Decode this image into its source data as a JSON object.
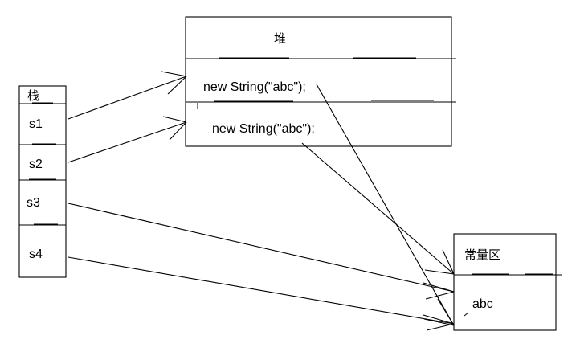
{
  "diagram": {
    "title": "Java String memory model: stack, heap and constant pool",
    "type": "memory-layout-diagram",
    "background_color": "#ffffff",
    "line_color": "#000000",
    "text_color": "#000000"
  },
  "stack_box": {
    "header": "栈",
    "cells": [
      {
        "label": "s1"
      },
      {
        "label": "s2"
      },
      {
        "label": "s3"
      },
      {
        "label": "s4"
      }
    ]
  },
  "heap_box": {
    "header": "堆",
    "objects": [
      {
        "label": "new String(\"abc\");"
      },
      {
        "label": "new String(\"abc\");"
      }
    ]
  },
  "constant_pool_box": {
    "header": "常量区",
    "entries": [
      {
        "label": "abc"
      }
    ]
  },
  "arrows": [
    {
      "name": "s1-to-heap-object-1",
      "from": "s1",
      "to": "heap-object-1"
    },
    {
      "name": "s2-to-heap-object-2",
      "from": "s2",
      "to": "heap-object-2"
    },
    {
      "name": "s3-to-constant-abc",
      "from": "s3",
      "to": "constant-abc"
    },
    {
      "name": "s4-to-constant-abc",
      "from": "s4",
      "to": "constant-abc"
    },
    {
      "name": "heap-object-1-to-constant-abc",
      "from": "heap-object-1",
      "to": "constant-abc"
    },
    {
      "name": "heap-object-2-to-constant-abc",
      "from": "heap-object-2",
      "to": "constant-abc"
    }
  ]
}
